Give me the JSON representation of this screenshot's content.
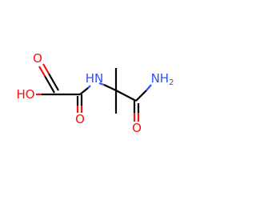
{
  "molecule": {
    "atoms": {
      "o_carbonyl_left": "O",
      "o_hydroxyl": "HO",
      "o_carbonyl_mid": "O",
      "n_amine": "HN",
      "n_amide": "NH",
      "n_amide_sub": "2",
      "o_amide": "O"
    }
  },
  "colors": {
    "oxygen": "#ff0d0d",
    "nitrogen": "#3050f8",
    "carbon": "#000000",
    "background": "#ffffff"
  }
}
